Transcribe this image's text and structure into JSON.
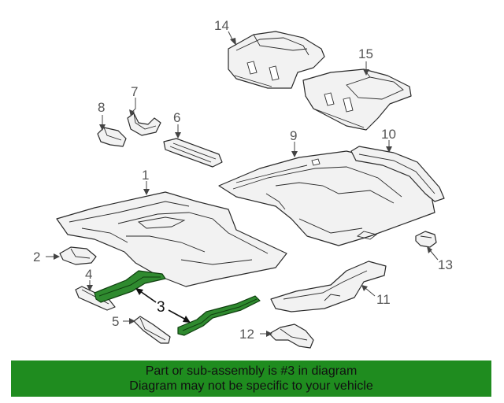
{
  "diagram": {
    "callouts": {
      "c1": "1",
      "c2": "2",
      "c3": "3",
      "c4": "4",
      "c5": "5",
      "c6": "6",
      "c7": "7",
      "c8": "8",
      "c9": "9",
      "c10": "10",
      "c11": "11",
      "c12": "12",
      "c13": "13",
      "c14": "14",
      "c15": "15"
    },
    "highlighted_part": "3",
    "highlight_color": "#2f8a2f"
  },
  "banner": {
    "line1": "Part or sub-assembly is #3 in diagram",
    "line2": "Diagram may not be specific to your vehicle",
    "background": "#1f8c1f"
  }
}
